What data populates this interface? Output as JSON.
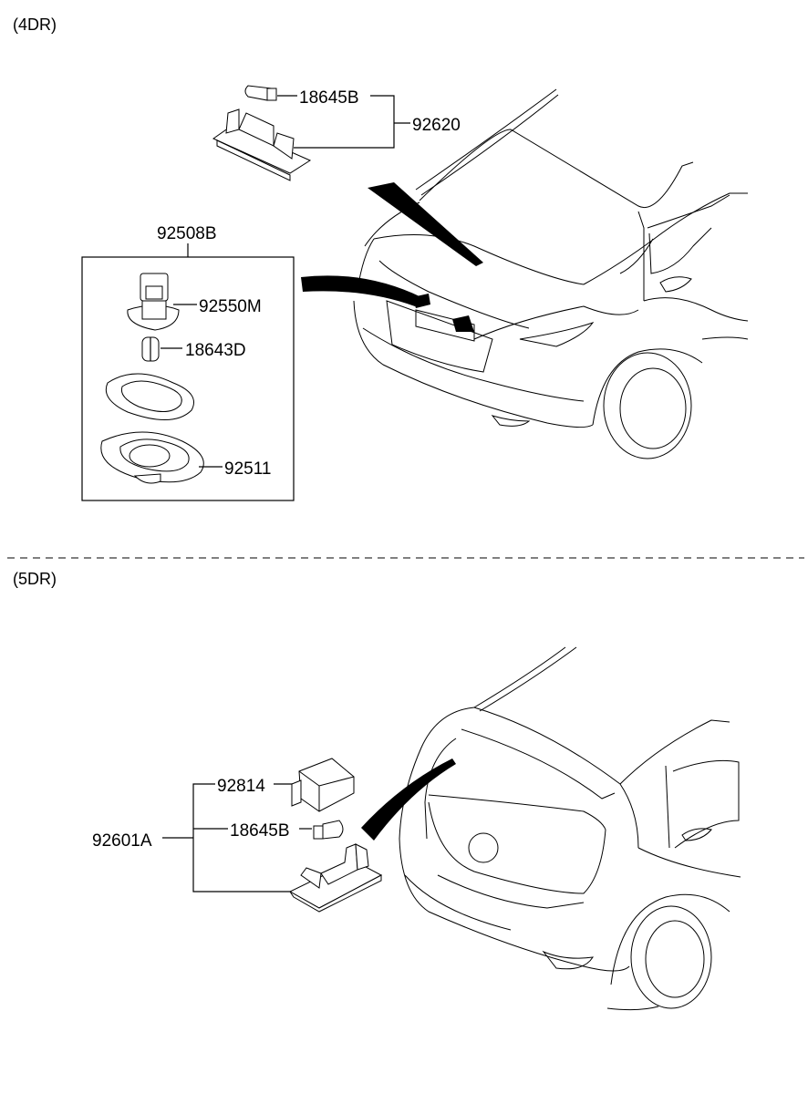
{
  "sections": {
    "top": {
      "label": "(4DR)"
    },
    "bottom": {
      "label": "(5DR)"
    }
  },
  "callouts": {
    "top": {
      "bulb_a": "18645B",
      "lamp_assy_a": "92620",
      "box_assy": "92508B",
      "socket": "92550M",
      "bulb_b": "18643D",
      "housing": "92511"
    },
    "bottom": {
      "lamp_assy": "92601A",
      "lens": "92814",
      "bulb": "18645B"
    }
  }
}
